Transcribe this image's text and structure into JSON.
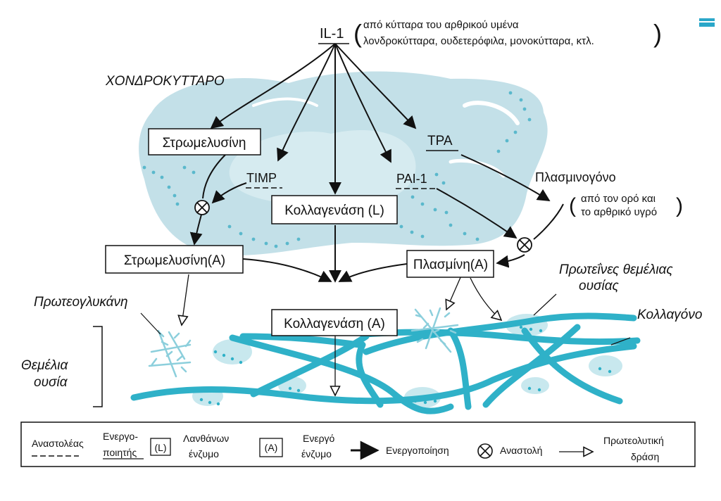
{
  "diagram": {
    "source": {
      "label": "IL-1",
      "note_line1": "από κύτταρα του αρθρικού υμένα",
      "note_line2": "λονδροκύτταρα, ουδετερόφιλα, μονοκύτταρα, κτλ."
    },
    "cell_label": "ΧΟΝΔΡΟΚΥΤΤΑΡΟ",
    "nodes": {
      "stromelysin_latent": "Στρωμελυσίνη",
      "timp": "TIMP",
      "collagenase_latent": "Κολλαγενάση (L)",
      "pai1": "PAI-1",
      "tpa": "TPA",
      "plasminogen": "Πλασμινογόνο",
      "plasminogen_note_line1": "από τον ορό και",
      "plasminogen_note_line2": "το αρθρικό υγρό",
      "stromelysin_active": "Στρωμελυσίνη(A)",
      "plasmin_active": "Πλασμίνη(A)",
      "collagenase_active": "Κολλαγενάση (A)"
    },
    "matrix_labels": {
      "proteoglycan": "Πρωτεογλυκάνη",
      "ground_substance_line1": "Θεμέλια",
      "ground_substance_line2": "ουσία",
      "ground_proteins_line1": "Πρωτεΐνες θεμέλιας",
      "ground_proteins_line2": "ουσίας",
      "collagen": "Κολλαγόνο"
    },
    "legend": {
      "inhibitor": "Αναστολέας",
      "activator_line1": "Ενεργο-",
      "activator_line2": "ποιητής",
      "latent_symbol": "(L)",
      "latent_line1": "Λανθάνων",
      "latent_line2": "ένζυμο",
      "active_symbol": "(A)",
      "active_line1": "Ενεργό",
      "active_line2": "ένζυμο",
      "activation": "Ενεργοποίηση",
      "inhibition": "Αναστολή",
      "proteolytic_line1": "Πρωτεολυτική",
      "proteolytic_line2": "δράση"
    },
    "colors": {
      "cell_fill": "#bcdde6",
      "cell_dots": "#5ab8cc",
      "collagen": "#2fb1c8",
      "proteoglycan": "#8ccfdc",
      "ink": "#111111",
      "corner_mark": "#2aa7c9"
    }
  }
}
